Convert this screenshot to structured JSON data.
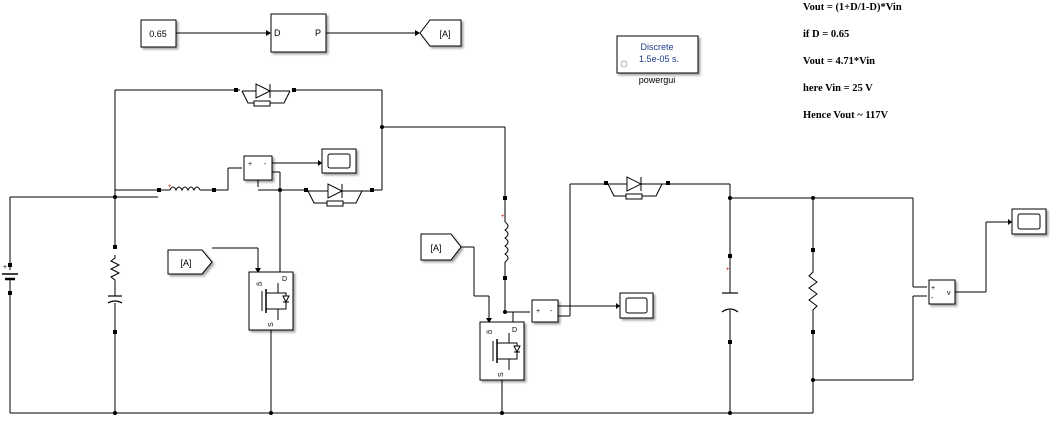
{
  "constant_block": {
    "value": "0.65"
  },
  "pwm_block": {
    "in_port": "D",
    "out_port": "P"
  },
  "goto_tag": "[A]",
  "from_tag_1": "[A]",
  "from_tag_2": "[A]",
  "powergui": {
    "mode": "Discrete",
    "sample_time": "1.5e-05 s.",
    "label": "powergui"
  },
  "equations": [
    "Vout = (1+D/1-D)*Vin",
    "if D = 0.65",
    "Vout = 4.71*Vin",
    "here Vin = 25 V",
    "Hence Vout ~ 117V"
  ],
  "mosfet_1": {
    "gate": "g",
    "drain": "D",
    "source": "S"
  },
  "mosfet_2": {
    "gate": "g",
    "drain": "D",
    "source": "S"
  },
  "voltage_sensor_out": {
    "plus": "+",
    "minus": "-",
    "out": "v"
  },
  "current_sensor_symbols": {
    "plus": "+",
    "minus": "-"
  },
  "dc_source": {
    "plus": "+"
  }
}
